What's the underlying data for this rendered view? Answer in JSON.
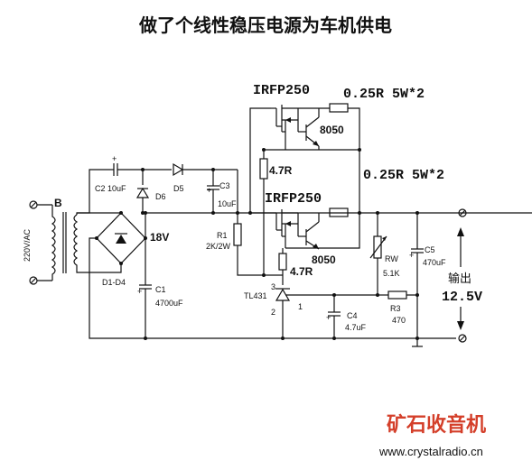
{
  "title": "做了个线性稳压电源为车机供电",
  "labels": {
    "q1": "IRFP250",
    "q2": "IRFP250",
    "r_shunt1": "0.25R  5W*2",
    "r_shunt2": "0.25R  5W*2",
    "t1": "8050",
    "t2": "8050",
    "r_4k7_a": "4.7R",
    "r_4k7_b": "4.7R",
    "vin": "18V",
    "ac_in": "220V/AC",
    "transformer": "B",
    "c2": "C2 10uF",
    "d6": "D6",
    "d5": "D5",
    "c3": "C3",
    "c3_val": "10uF",
    "r1": "R1",
    "r1_val": "2K/2W",
    "bridge": "D1-D4",
    "c1": "C1",
    "c1_val": "4700uF",
    "tl431": "TL431",
    "pin3": "3",
    "pin2": "2",
    "pin1": "1",
    "c4": "C4",
    "c4_val": "4.7uF",
    "rw": "RW",
    "rw_val": "5.1K",
    "r3": "R3",
    "r3_val": "470",
    "c5": "C5",
    "c5_val": "470uF",
    "out_label": "输出",
    "out_voltage": "12.5V"
  },
  "watermark": {
    "brand": "矿石收音机",
    "url": "www.crystalradio.cn",
    "brand_color": "#d43f2a"
  }
}
